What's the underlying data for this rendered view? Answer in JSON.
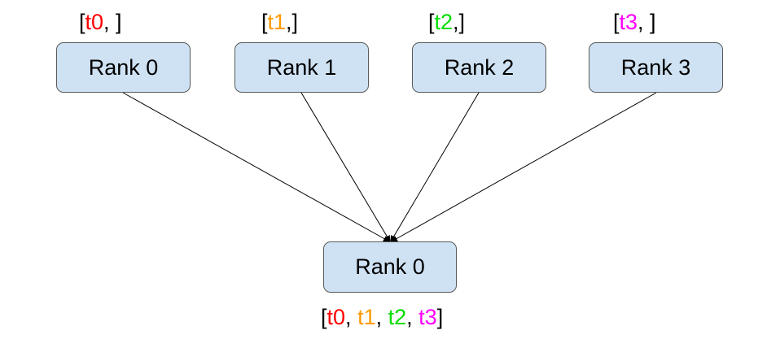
{
  "colors": {
    "t0": "#ff0000",
    "t1": "#ff9900",
    "t2": "#00dd00",
    "t3": "#ff00ff",
    "node_fill": "#cfe2f3",
    "node_border": "#595959",
    "edge": "#000000"
  },
  "source_nodes": [
    {
      "label": "Rank 0",
      "list_open": "[",
      "tensor": "t0",
      "list_close": ", ]"
    },
    {
      "label": "Rank 1",
      "list_open": "[",
      "tensor": "t1",
      "list_close": ",]"
    },
    {
      "label": "Rank 2",
      "list_open": "[",
      "tensor": "t2",
      "list_close": ",]"
    },
    {
      "label": "Rank 3",
      "list_open": "[",
      "tensor": "t3",
      "list_close": ", ]"
    }
  ],
  "destination_node": {
    "label": "Rank 0",
    "list_open": "[",
    "tensors": [
      "t0",
      "t1",
      "t2",
      "t3"
    ],
    "separator": ", ",
    "list_close": "]"
  }
}
